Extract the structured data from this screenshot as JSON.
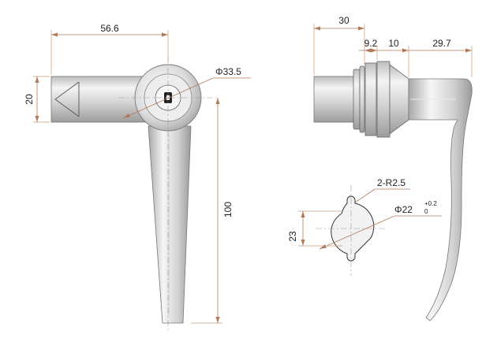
{
  "dimensions": {
    "front_width": "56.6",
    "front_height": "20",
    "bezel_diameter": "Φ33.5",
    "handle_length": "100",
    "side_total": "30",
    "side_a": "9.2",
    "side_b": "10",
    "side_c": "29.7",
    "cutout_radius": "2-R2.5",
    "cutout_diameter": "Φ22",
    "cutout_tol_upper": "+0.2",
    "cutout_tol_lower": "0",
    "cutout_height": "23"
  },
  "colors": {
    "dimension_line": "#b07a5a",
    "outline": "#555555"
  }
}
